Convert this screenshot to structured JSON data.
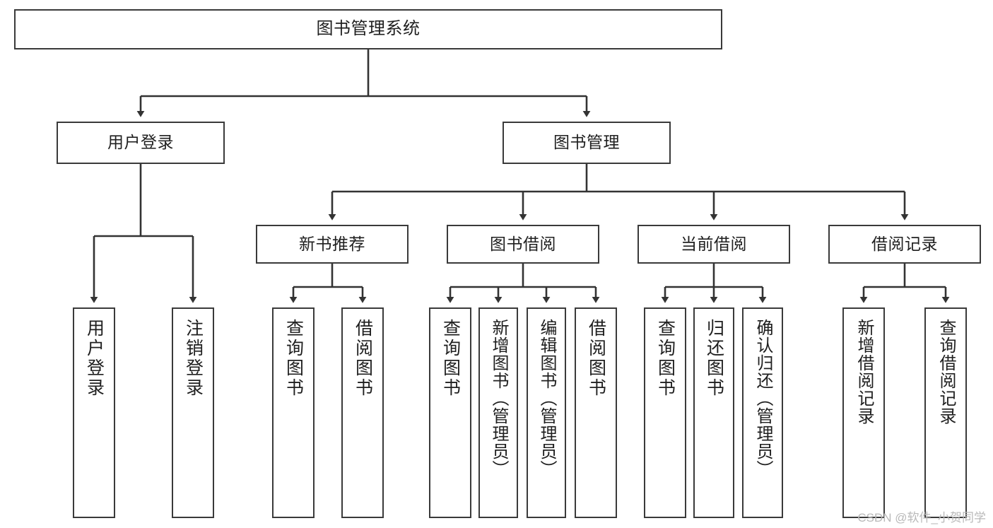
{
  "diagram": {
    "type": "tree",
    "title": "图书管理系统",
    "colors": {
      "box_border": "#3a3a3a",
      "box_fill": "#ffffff",
      "edge": "#333333",
      "text": "#1f1f1f",
      "watermark": "#b9b9b9"
    },
    "nodes": {
      "root": {
        "label": "图书管理系统"
      },
      "level2": [
        {
          "label": "用户登录"
        },
        {
          "label": "图书管理"
        }
      ],
      "level3": [
        {
          "label": "新书推荐"
        },
        {
          "label": "图书借阅"
        },
        {
          "label": "当前借阅"
        },
        {
          "label": "借阅记录"
        }
      ],
      "leaves": [
        {
          "label": "用户登录",
          "parent": "用户登录"
        },
        {
          "label": "注销登录",
          "parent": "用户登录"
        },
        {
          "label": "查询图书",
          "parent": "新书推荐"
        },
        {
          "label": "借阅图书",
          "parent": "新书推荐"
        },
        {
          "label": "查询图书",
          "parent": "图书借阅"
        },
        {
          "label": "新增图书（管理员）",
          "parent": "图书借阅"
        },
        {
          "label": "编辑图书（管理员）",
          "parent": "图书借阅"
        },
        {
          "label": "借阅图书",
          "parent": "图书借阅"
        },
        {
          "label": "查询图书",
          "parent": "当前借阅"
        },
        {
          "label": "归还图书",
          "parent": "当前借阅"
        },
        {
          "label": "确认归还（管理员）",
          "parent": "当前借阅"
        },
        {
          "label": "新增借阅记录",
          "parent": "借阅记录"
        },
        {
          "label": "查询借阅记录",
          "parent": "借阅记录"
        }
      ]
    }
  },
  "watermark": {
    "text": "CSDN @软件_小贺同学"
  }
}
